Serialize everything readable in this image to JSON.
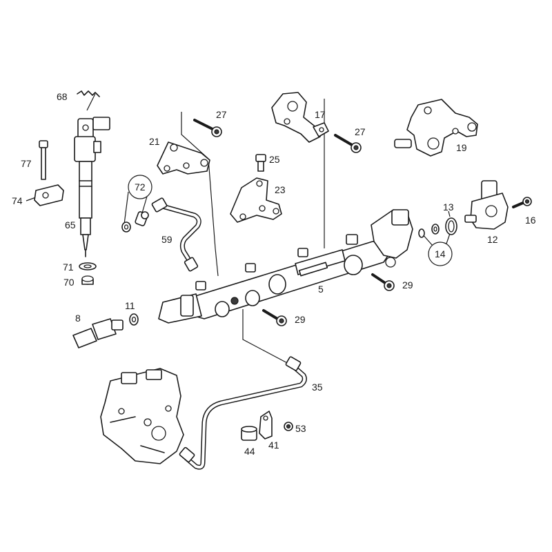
{
  "callouts": [
    {
      "id": "68",
      "label": "68"
    },
    {
      "id": "27a",
      "label": "27"
    },
    {
      "id": "17",
      "label": "17"
    },
    {
      "id": "27b",
      "label": "27"
    },
    {
      "id": "21",
      "label": "21"
    },
    {
      "id": "25",
      "label": "25"
    },
    {
      "id": "19",
      "label": "19"
    },
    {
      "id": "77",
      "label": "77"
    },
    {
      "id": "72",
      "label": "72"
    },
    {
      "id": "23",
      "label": "23"
    },
    {
      "id": "74",
      "label": "74"
    },
    {
      "id": "13",
      "label": "13"
    },
    {
      "id": "16",
      "label": "16"
    },
    {
      "id": "65",
      "label": "65"
    },
    {
      "id": "12",
      "label": "12"
    },
    {
      "id": "59",
      "label": "59"
    },
    {
      "id": "14",
      "label": "14"
    },
    {
      "id": "71",
      "label": "71"
    },
    {
      "id": "70",
      "label": "70"
    },
    {
      "id": "5",
      "label": "5"
    },
    {
      "id": "29a",
      "label": "29"
    },
    {
      "id": "11",
      "label": "11"
    },
    {
      "id": "8",
      "label": "8"
    },
    {
      "id": "29b",
      "label": "29"
    },
    {
      "id": "35",
      "label": "35"
    },
    {
      "id": "53",
      "label": "53"
    },
    {
      "id": "41",
      "label": "41"
    },
    {
      "id": "44",
      "label": "44"
    }
  ]
}
